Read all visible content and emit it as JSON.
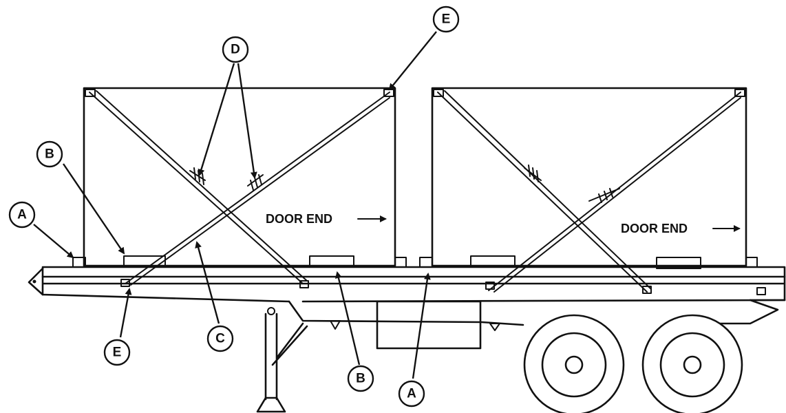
{
  "callouts": {
    "a_left": "A",
    "b_left": "B",
    "d_top": "D",
    "e_top": "E",
    "e_bottom": "E",
    "c_bottom": "C",
    "b_bottom": "B",
    "a_bottom": "A"
  },
  "labels": {
    "door_end_1": "DOOR END",
    "door_end_2": "DOOR END"
  },
  "colors": {
    "line": "#111111",
    "background": "#ffffff"
  }
}
